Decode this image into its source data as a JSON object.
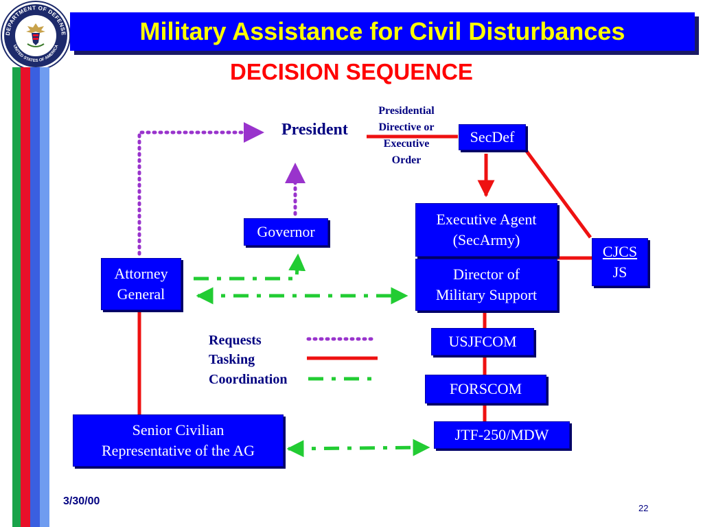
{
  "seal": {
    "top_text": "DEPARTMENT OF DEFENSE",
    "bottom_text": "UNITED STATES OF AMERICA",
    "icon": "eagle-seal-icon"
  },
  "colors": {
    "title_bg": "#0000ff",
    "title_text": "#ffff00",
    "subtitle": "#ff0000",
    "box_bg": "#0000ff",
    "tasking": "#ee1111",
    "requests": "#9933cc",
    "coordination": "#22cc33",
    "stripe_green": "#1aa34a",
    "stripe_red": "#e8102a",
    "stripe_blue": "#3a5fe0",
    "stripe_light_blue": "#6f9cf0"
  },
  "header": {
    "title": "Military Assistance for Civil Disturbances",
    "subtitle": "DECISION SEQUENCE"
  },
  "nodes": {
    "president": "President",
    "directive_label": "Presidential\nDirective or\nExecutive\nOrder",
    "secdef": "SecDef",
    "executive_agent": "Executive Agent\n(SecArmy)",
    "director": "Director of\nMilitary Support",
    "cjcs_line1": "CJCS",
    "cjcs_line2": "JS",
    "governor": "Governor",
    "attorney_general": "Attorney\nGeneral",
    "usjfcom": "USJFCOM",
    "forscom": "FORSCOM",
    "jtf": "JTF-250/MDW",
    "scr": "Senior Civilian\nRepresentative of the AG"
  },
  "legend": {
    "requests": "Requests",
    "tasking": "Tasking",
    "coordination": "Coordination"
  },
  "footer": {
    "date": "3/30/00",
    "page": "22"
  }
}
